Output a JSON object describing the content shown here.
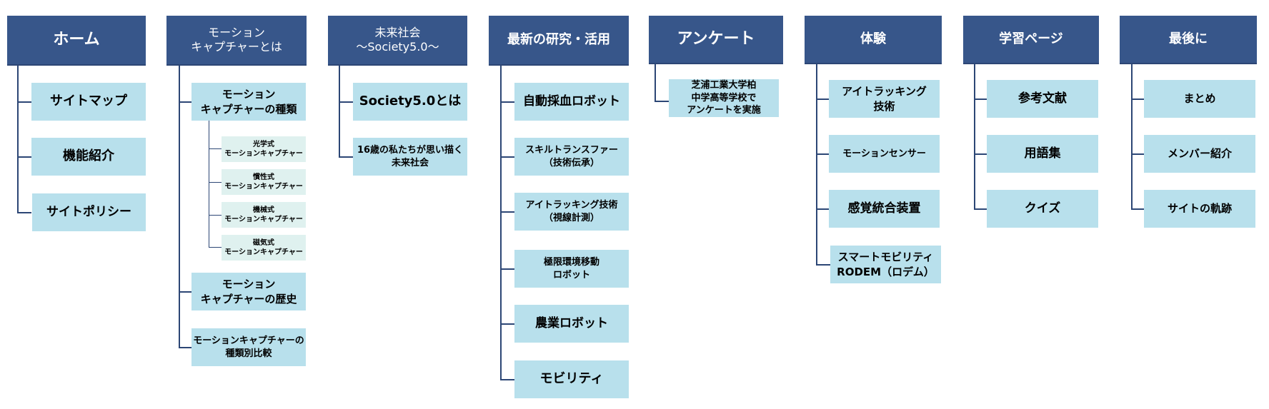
{
  "sitemap": {
    "home": {
      "title": "ホーム",
      "items": [
        "サイトマップ",
        "機能紹介",
        "サイトポリシー"
      ]
    },
    "mocap": {
      "title": "モーション\nキャプチャーとは",
      "items": [
        "モーション\nキャプチャーの種類",
        "モーション\nキャプチャーの歴史",
        "モーションキャプチャーの\n種類別比較"
      ],
      "types": [
        "光学式\nモーションキャプチャー",
        "慣性式\nモーションキャプチャー",
        "機械式\nモーションキャプチャー",
        "磁気式\nモーションキャプチャー"
      ]
    },
    "society": {
      "title": "未来社会\n〜Society5.0〜",
      "items": [
        "Society5.0とは",
        "16歳の私たちが思い描く\n未来社会"
      ]
    },
    "research": {
      "title": "最新の研究・活用",
      "items": [
        "自動採血ロボット",
        "スキルトランスファー\n（技術伝承）",
        "アイトラッキング技術\n（視線計測）",
        "極限環境移動\nロボット",
        "農業ロボット",
        "モビリティ"
      ]
    },
    "survey": {
      "title": "アンケート",
      "items": [
        "芝浦工業大学柏\n中学高等学校で\nアンケートを実施"
      ]
    },
    "experience": {
      "title": "体験",
      "items": [
        "アイトラッキング\n技術",
        "モーションセンサー",
        "感覚統合装置",
        "スマートモビリティ\nRODEM（ロデム）"
      ]
    },
    "learning": {
      "title": "学習ページ",
      "items": [
        "参考文献",
        "用語集",
        "クイズ"
      ]
    },
    "final": {
      "title": "最後に",
      "items": [
        "まとめ",
        "メンバー紹介",
        "サイトの軌跡"
      ]
    }
  },
  "colors": {
    "header": "#37568a",
    "item": "#b8e0ec",
    "subitem": "#dff1ef",
    "connector": "#2c4675"
  }
}
